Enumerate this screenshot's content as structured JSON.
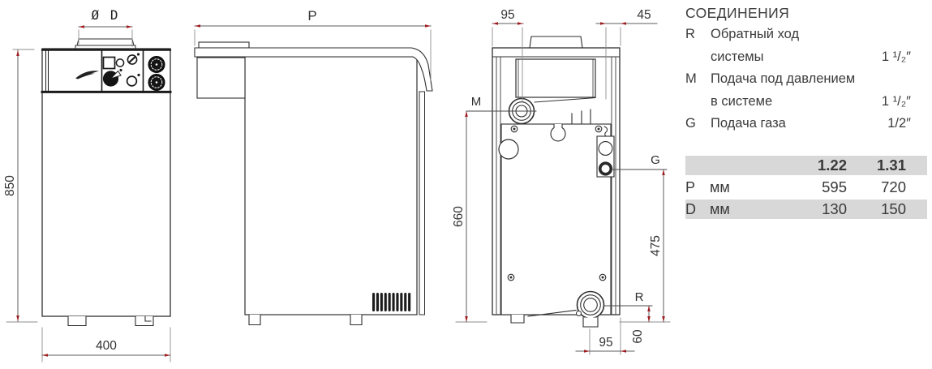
{
  "front_view": {
    "dim_diameter": "Ø D",
    "dim_height": "850",
    "dim_width": "400"
  },
  "side_view": {
    "dim_depth": "P"
  },
  "back_view": {
    "dim_top_left": "95",
    "dim_top_right": "45",
    "dim_left": "660",
    "dim_right": "475",
    "dim_bottom": "95",
    "dim_bottom_offset": "60",
    "label_m": "M",
    "label_g": "G",
    "label_r": "R"
  },
  "connections": {
    "title": "СОЕДИНЕНИЯ",
    "items": [
      {
        "key": "R",
        "rows": [
          {
            "text": "Обратный ход",
            "size": ""
          },
          {
            "text": "системы",
            "size": "1 ¹/₂″"
          }
        ]
      },
      {
        "key": "M",
        "rows": [
          {
            "text": "Подача под давлением",
            "size": ""
          },
          {
            "text": "в системе",
            "size": "1 ¹/₂″"
          }
        ]
      },
      {
        "key": "G",
        "rows": [
          {
            "text": "Подача газа",
            "size": "1/2″"
          }
        ]
      }
    ]
  },
  "table": {
    "col_headers": [
      "1.22",
      "1.31"
    ],
    "rows": [
      {
        "key": "P",
        "unit": "мм",
        "values": [
          "595",
          "720"
        ]
      },
      {
        "key": "D",
        "unit": "мм",
        "values": [
          "130",
          "150"
        ]
      }
    ]
  },
  "colors": {
    "outline": "#2f2f2f",
    "dimension": "#5c5c5c",
    "extension": "#8f8f8f",
    "arrow": "#9e1b1e",
    "band": "#d8d8d8",
    "text": "#3a3a3a"
  }
}
